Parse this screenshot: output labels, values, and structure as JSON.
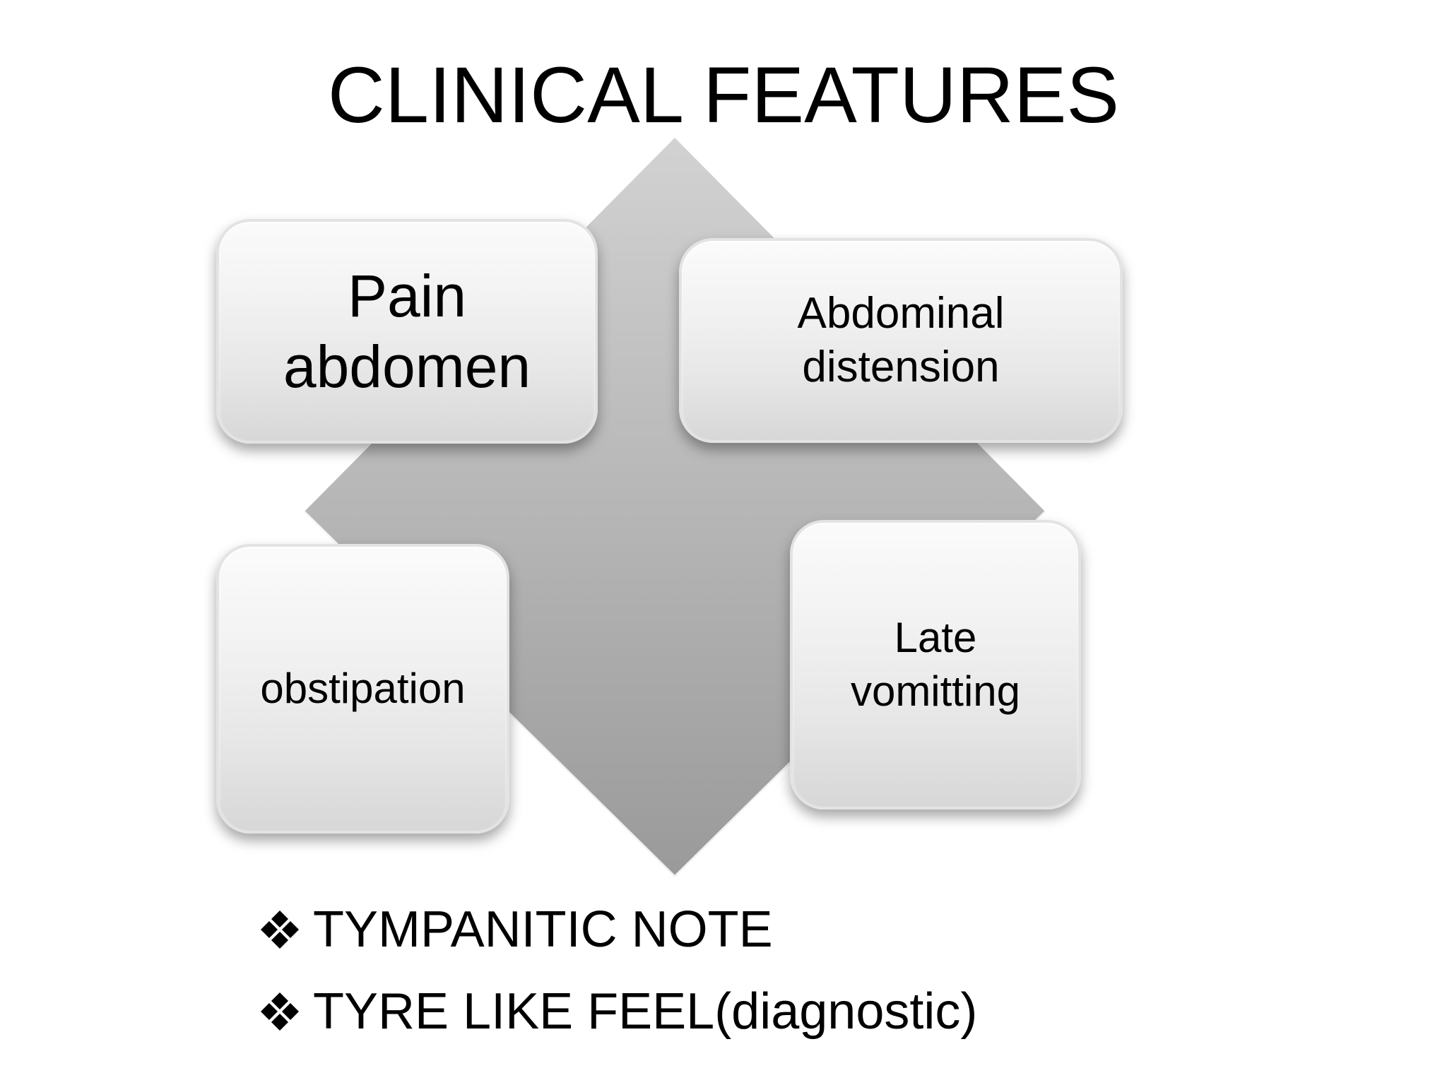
{
  "slide": {
    "title": "CLINICAL FEATURES"
  },
  "diagram": {
    "boxes": {
      "pain": "Pain\nabdomen",
      "distension": "Abdominal\ndistension",
      "obstipation": "obstipation",
      "vomiting": "Late\nvomitting"
    }
  },
  "bullets": [
    "TYMPANITIC NOTE",
    "TYRE LIKE FEEL(diagnostic)"
  ]
}
